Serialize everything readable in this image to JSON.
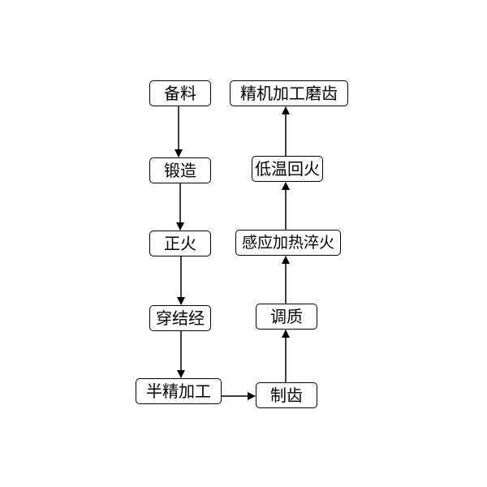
{
  "diagram": {
    "nodes": [
      {
        "id": "b1",
        "label": "备料"
      },
      {
        "id": "b2",
        "label": "锻造"
      },
      {
        "id": "b3",
        "label": "正火"
      },
      {
        "id": "b4",
        "label": "穿结经"
      },
      {
        "id": "b5",
        "label": "半精加工"
      },
      {
        "id": "b6",
        "label": "制齿"
      },
      {
        "id": "b7",
        "label": "调质"
      },
      {
        "id": "b8",
        "label": "感应加热淬火"
      },
      {
        "id": "b9",
        "label": "低温回火"
      },
      {
        "id": "b10",
        "label": "精机加工磨齿"
      }
    ],
    "edges": [
      {
        "from": "b1",
        "to": "b2"
      },
      {
        "from": "b2",
        "to": "b3"
      },
      {
        "from": "b3",
        "to": "b4"
      },
      {
        "from": "b4",
        "to": "b5"
      },
      {
        "from": "b5",
        "to": "b6"
      },
      {
        "from": "b6",
        "to": "b7"
      },
      {
        "from": "b7",
        "to": "b8"
      },
      {
        "from": "b8",
        "to": "b9"
      },
      {
        "from": "b9",
        "to": "b10"
      }
    ],
    "colors": {
      "line": "#000000",
      "box_border": "#000000",
      "background": "#ffffff"
    }
  }
}
